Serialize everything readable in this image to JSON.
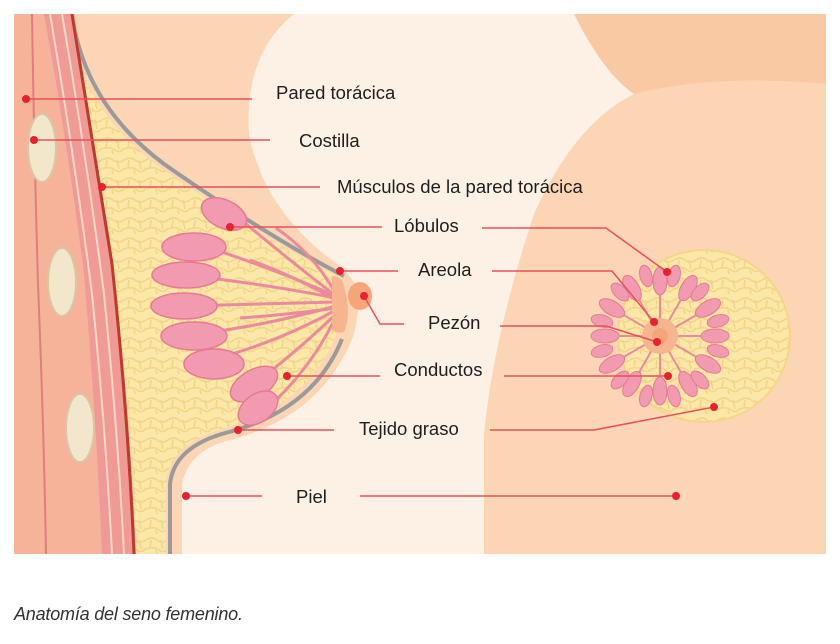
{
  "labels": {
    "pared_toracica": "Pared torácica",
    "costilla": "Costilla",
    "musculos": "Músculos de la pared torácica",
    "lobulos": "Lóbulos",
    "areola": "Areola",
    "pezon": "Pezón",
    "conductos": "Conductos",
    "tejido_graso": "Tejido graso",
    "piel": "Piel"
  },
  "caption": "Anatomía del seno femenino.",
  "colors": {
    "skin": "#fbd5b4",
    "fat": "#fbe39b",
    "lobule": "#f29bb0",
    "muscle": "#ef9aa0",
    "marker": "#e8202f",
    "leader": "#e8505a",
    "background": "#fdf1e6"
  }
}
